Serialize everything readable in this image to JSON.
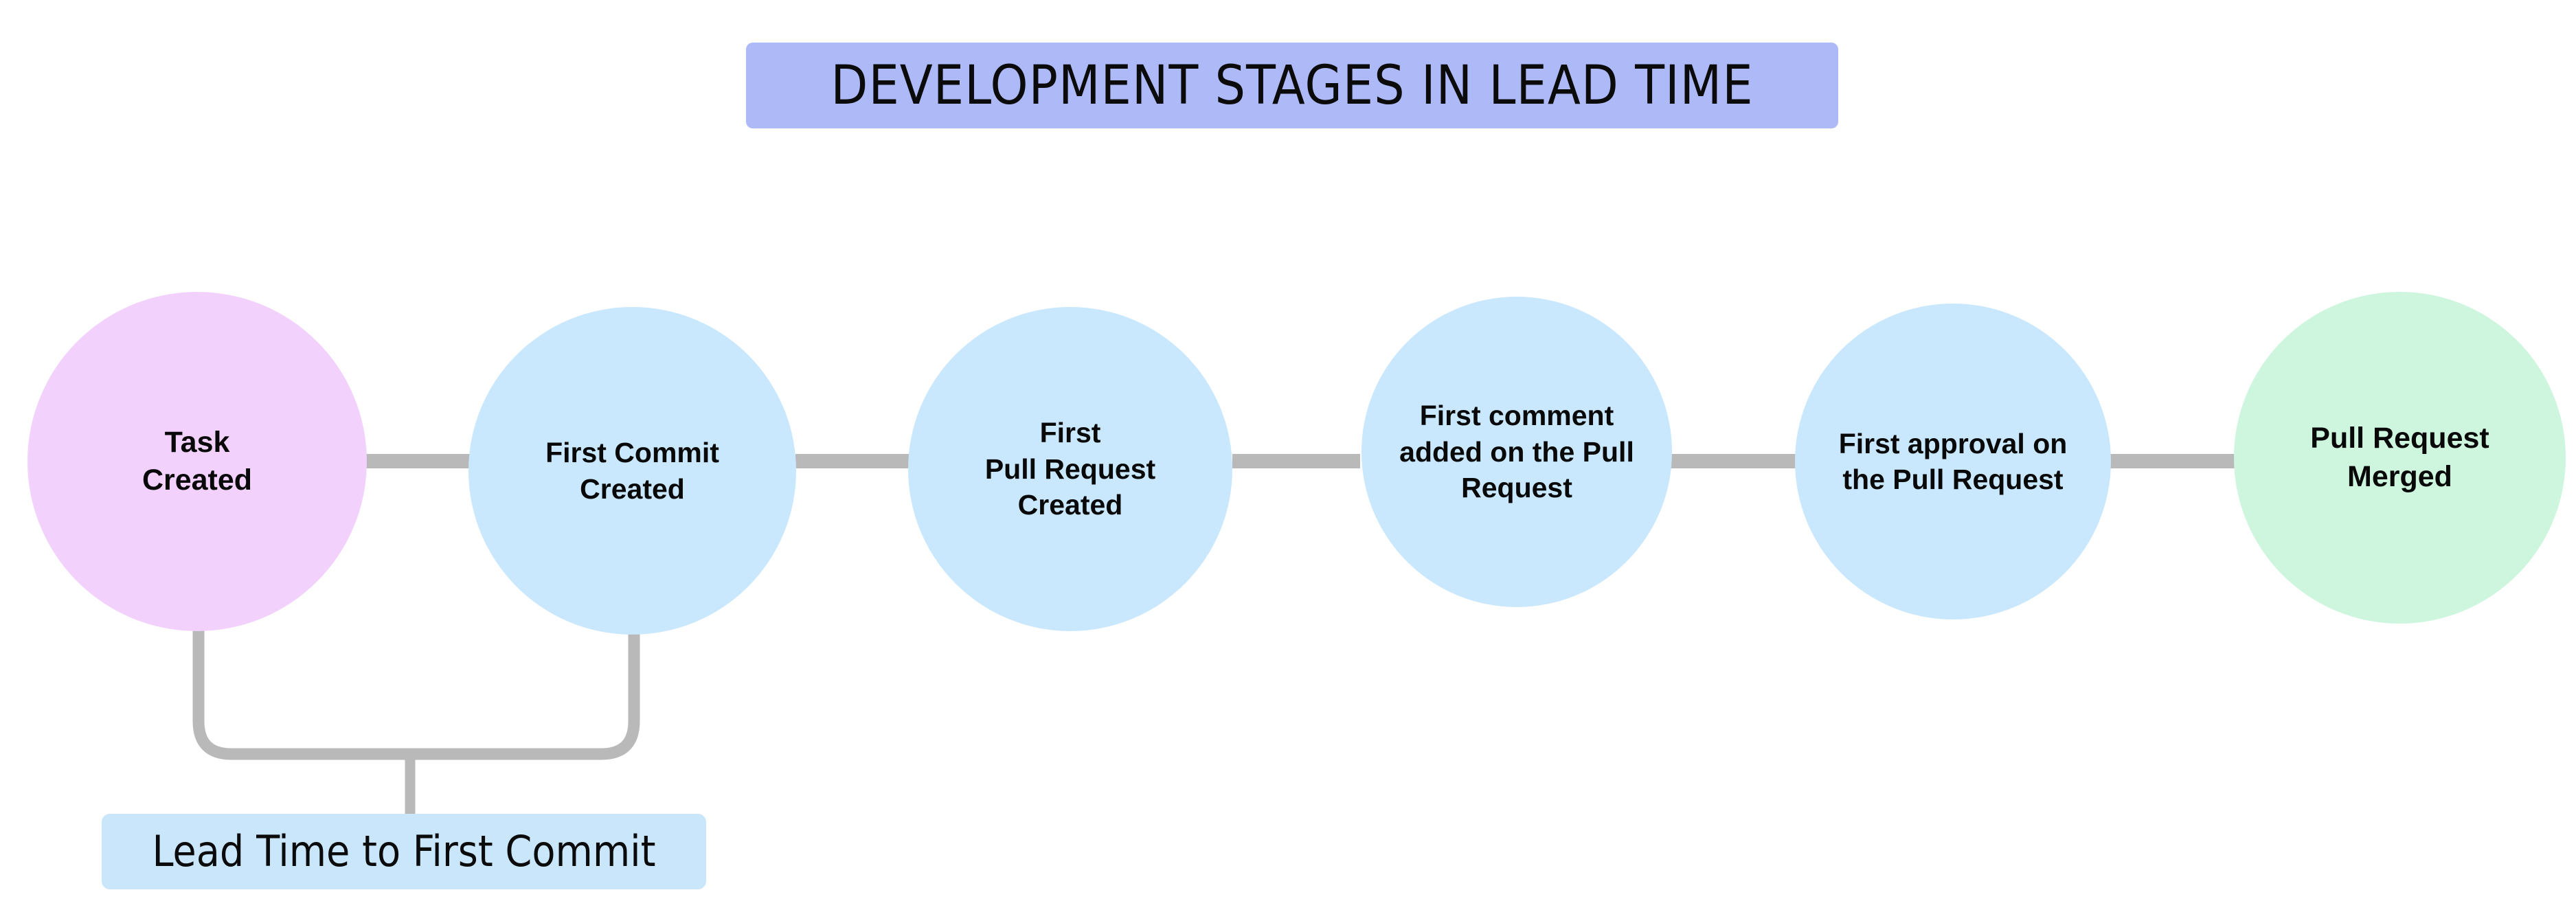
{
  "diagram": {
    "title": "DEVELOPMENT STAGES IN LEAD TIME",
    "title_bg_color": "#aeb9f8",
    "background_color": "#ffffff",
    "connector_color": "#b9b9b9",
    "nodes": [
      {
        "id": "task-created",
        "label": "Task\nCreated",
        "fill": "#f2d2fd",
        "text_color": "#090909"
      },
      {
        "id": "first-commit-created",
        "label": "First Commit\nCreated",
        "fill": "#c9e8fd",
        "text_color": "#090909"
      },
      {
        "id": "first-pull-request-created",
        "label": "First\nPull Request\nCreated",
        "fill": "#c9e8fd",
        "text_color": "#090909"
      },
      {
        "id": "first-comment-on-pull-request",
        "label": "First comment\nadded on the Pull\nRequest",
        "fill": "#c9e8fd",
        "text_color": "#090909"
      },
      {
        "id": "first-approval-on-pull-request",
        "label": "First approval on\nthe Pull Request",
        "fill": "#c9e8fd",
        "text_color": "#090909"
      },
      {
        "id": "pull-request-merged",
        "label": "Pull Request\nMerged",
        "fill": "#cef6de",
        "text_color": "#090909"
      }
    ],
    "annotation": {
      "label": "Lead Time to First Commit",
      "box_color": "#c9e6fb",
      "spans_from": "Task Created",
      "spans_to": "First Commit Created"
    }
  }
}
